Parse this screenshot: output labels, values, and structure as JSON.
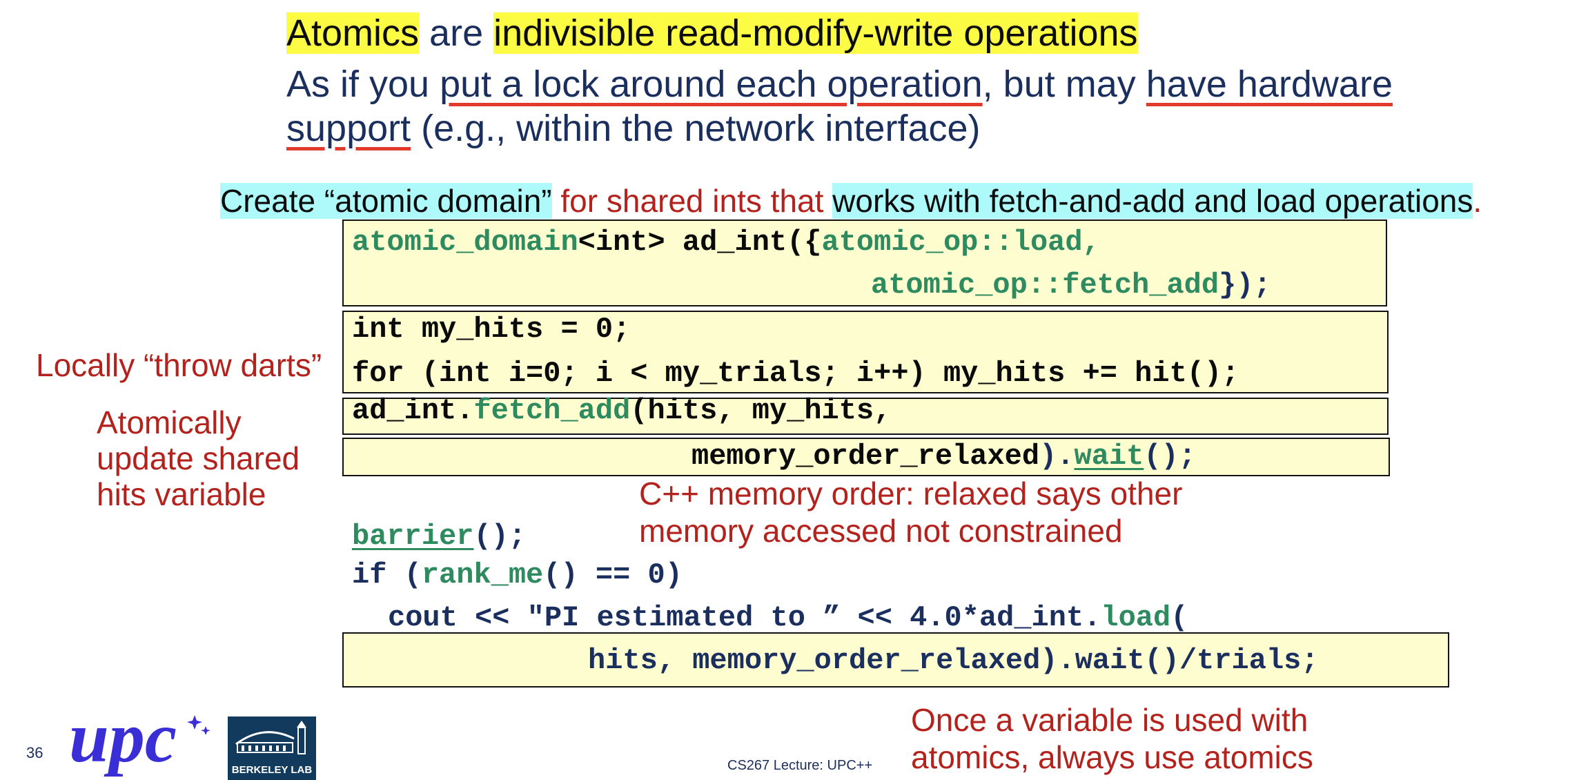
{
  "heading": {
    "p1": "Atomics",
    "p2": " are ",
    "p3": "indivisible read-modify-write operations"
  },
  "subtitle": {
    "p1": "As if you ",
    "p2": "put a lock around each operation",
    "p3": ", but may ",
    "p4": "have hardware",
    "p5": "support",
    "p6": " (e.g., within the network interface)"
  },
  "create_line": {
    "p1": "Create “atomic domain”",
    "p2": " for shared ints that ",
    "p3": "works with fetch-and-add and load operations",
    "p4": "."
  },
  "code": {
    "l1a": "atomic_domain",
    "l1b": "<int> ad_int({",
    "l1c": "atomic_op::load,",
    "l2a": "atomic_op::fetch_add",
    "l2b": "});",
    "l3": "int my_hits = 0;",
    "l4": "for (int i=0; i < my_trials; i++) my_hits += hit();",
    "l5a": "ad_int.",
    "l5b": "fetch_add",
    "l5c": "(hits, my_hits,",
    "l6a": "memory_order_relaxed",
    "l6b": ").",
    "l6c": "wait",
    "l6d": "();",
    "l7a": "barrier",
    "l7b": "();",
    "l8a": "if (",
    "l8b": "rank_me",
    "l8c": "() == 0)",
    "l9a": "cout << \"PI estimated to ” << 4.0*ad_int.",
    "l9b": "load",
    "l9c": "(",
    "l10": "hits, memory_order_relaxed).wait()/trials;"
  },
  "annotations": {
    "throw_darts": "Locally “throw darts”",
    "atomic_update_1": "Atomically",
    "atomic_update_2": "update shared",
    "atomic_update_3": "hits variable",
    "memory_order_1": "C++ memory order: relaxed says other",
    "memory_order_2": "memory accessed not constrained",
    "once_1": "Once a variable is used with",
    "once_2": "atomics, always use atomics"
  },
  "footer": {
    "page_number": "36",
    "upc_logo": "upc",
    "berkeley_logo": "BERKELEY LAB",
    "lecture": "CS267 Lecture: UPC++"
  },
  "colors": {
    "navy": "#1b2f5e",
    "red": "#b3221c",
    "code_green": "#2e8a5f",
    "yellow_highlight": "#fdfc44",
    "cyan_highlight": "#aef9f9",
    "code_box": "#fdfdd0"
  }
}
